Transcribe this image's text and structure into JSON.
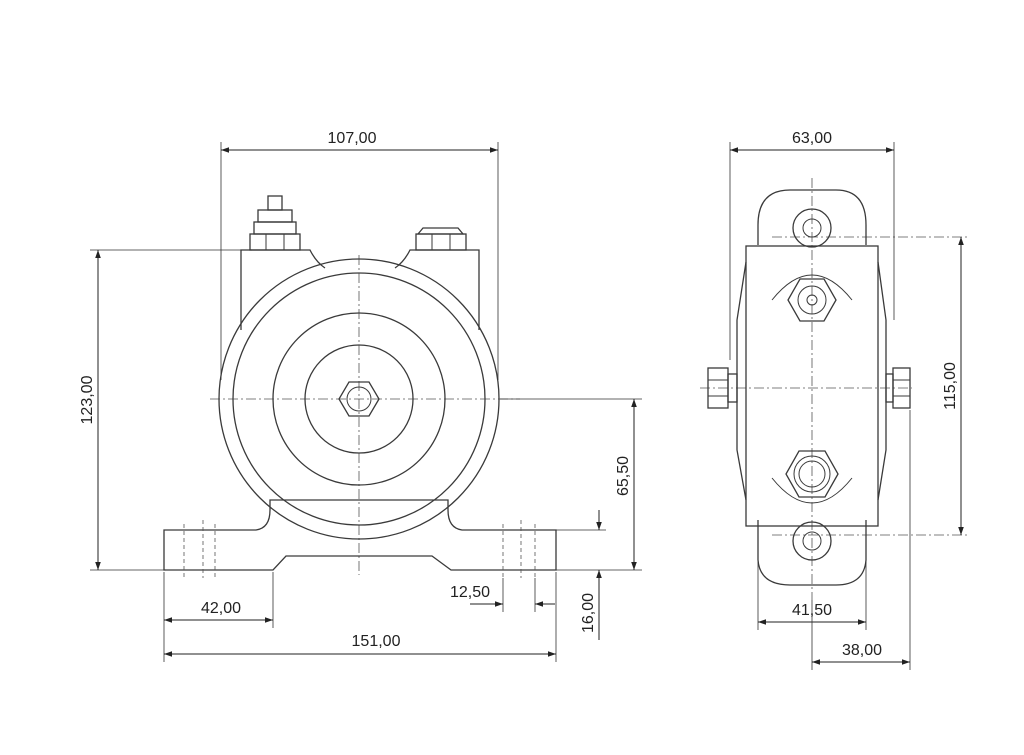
{
  "dimensions": {
    "width_front_body": "107,00",
    "width_side": "63,00",
    "height_total": "123,00",
    "height_axis": "65,50",
    "height_side_centers": "115,00",
    "base_length": "151,00",
    "base_flange": "42,00",
    "slot_width": "12,50",
    "base_height": "16,00",
    "side_hole_spacing": "41,50",
    "side_offset": "38,00"
  }
}
